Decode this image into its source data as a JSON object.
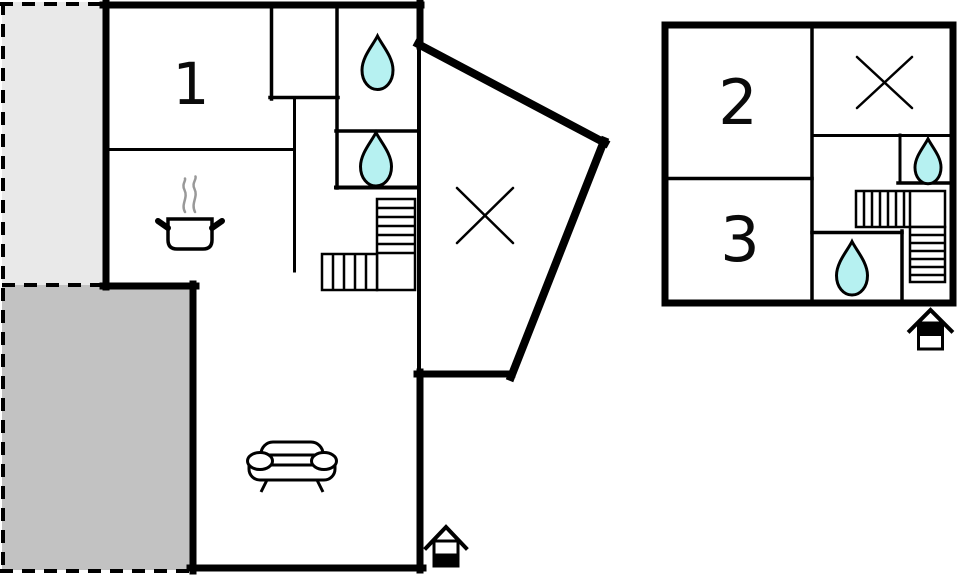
{
  "plan": {
    "type": "floorplan",
    "ground_floor": {
      "room1_label": "1",
      "icons": [
        "water-drop-icon",
        "water-drop-icon",
        "cooking-pot-icon",
        "stairs-icon",
        "x-mark-icon",
        "sofa-icon",
        "house-level-ground-icon"
      ]
    },
    "upper_floor": {
      "room2_label": "2",
      "room3_label": "3",
      "icons": [
        "x-mark-icon",
        "water-drop-icon",
        "stairs-icon",
        "water-drop-icon",
        "house-level-upper-icon"
      ]
    }
  },
  "colors": {
    "wall": "#000000",
    "water": "#b6f1f1",
    "terrace_light": "#e9e9e9",
    "terrace_dark": "#c2c2c2",
    "steam": "#999999",
    "background": "#ffffff"
  }
}
